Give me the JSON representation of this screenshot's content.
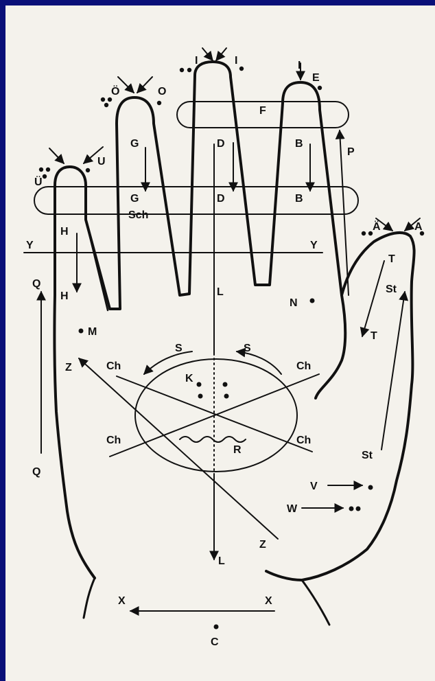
{
  "colors": {
    "frame": "#0a1078",
    "paper": "#f4f2ec",
    "ink": "#111111"
  },
  "labels": {
    "U_umlaut": "Ü",
    "U": "U",
    "O_umlaut": "Ö",
    "O": "O",
    "I_left": "I",
    "I_right": "I",
    "I_right2": "I",
    "E": "E",
    "F": "F",
    "G_top": "G",
    "G_bottom": "G",
    "D_top": "D",
    "D_bottom": "D",
    "B_top": "B",
    "B_bottom": "B",
    "P": "P",
    "Sch": "Sch",
    "Y_left": "Y",
    "Y_right": "Y",
    "H_top": "H",
    "H_bottom": "H",
    "A_umlaut": "Ä",
    "A": "A",
    "Q_top": "Q",
    "Q_bottom": "Q",
    "L_top": "L",
    "L_bottom": "L",
    "N": "N",
    "T_top": "T",
    "T_bottom": "T",
    "St_top": "St",
    "St_bottom": "St",
    "M": "M",
    "Z_top": "Z",
    "Z_bottom": "Z",
    "Ch_tl": "Ch",
    "Ch_tr": "Ch",
    "Ch_bl": "Ch",
    "Ch_br": "Ch",
    "S_left": "S",
    "S_right": "S",
    "K": "K",
    "R": "R",
    "V": "V",
    "W": "W",
    "X_left": "X",
    "X_right": "X",
    "C": "C"
  }
}
